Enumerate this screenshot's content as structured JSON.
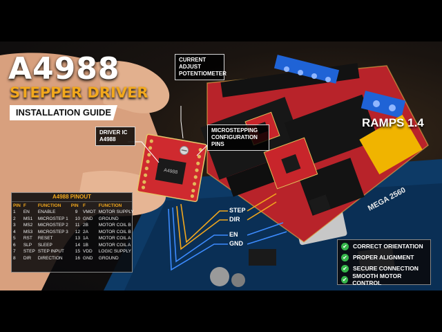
{
  "hero": {
    "title": "A4988",
    "subtitle": "STEPPER DRIVER",
    "guide": "INSTALLATION GUIDE"
  },
  "board_label": "RAMPS 1.4",
  "chip_text": "A4988",
  "arduino_text": "MEGA 2560",
  "callouts": {
    "current": [
      "CURRENT",
      "ADJUST",
      "POTENTIOMETER"
    ],
    "driver_ic": [
      "DRIVER IC",
      "A4988"
    ],
    "microstepping": [
      "MICROSTEPPING",
      "CONFIGURATION",
      "PINS"
    ]
  },
  "signals": [
    "STEP",
    "DIR",
    "EN",
    "GND"
  ],
  "pinout": {
    "title": "A4988 PINOUT",
    "headers": [
      "PIN",
      "F",
      "FUNCTION",
      "PIN",
      "F",
      "FUNCTION"
    ],
    "rows": [
      [
        "1",
        "EN",
        "ENABLE",
        "9",
        "VMOT",
        "MOTOR SUPPLY"
      ],
      [
        "2",
        "MS1",
        "MICROSTEP 1",
        "10",
        "GND",
        "GROUND"
      ],
      [
        "3",
        "MS2",
        "MICROSTEP 2",
        "11",
        "2B",
        "MOTOR COIL B"
      ],
      [
        "4",
        "MS3",
        "MICROSTEP 3",
        "12",
        "2A",
        "MOTOR COIL B"
      ],
      [
        "5",
        "RST",
        "RESET",
        "13",
        "1A",
        "MOTOR COIL A"
      ],
      [
        "6",
        "SLP",
        "SLEEP",
        "14",
        "1B",
        "MOTOR COIL A"
      ],
      [
        "7",
        "STEP",
        "STEP INPUT",
        "15",
        "VDD",
        "LOGIC SUPPLY"
      ],
      [
        "8",
        "DIR",
        "DIRECTION",
        "16",
        "GND",
        "GROUND"
      ]
    ]
  },
  "checklist": [
    "CORRECT ORIENTATION",
    "PROPER ALIGNMENT",
    "SECURE CONNECTION",
    "SMOOTH MOTOR CONTROL"
  ],
  "colors": {
    "accent_orange": "#f2a81d",
    "wire_blue": "#3d8cff",
    "board_red": "#c8252b",
    "header_blue": "#1f63d6",
    "header_yellow": "#f0b400",
    "check_green": "#35b54a"
  }
}
